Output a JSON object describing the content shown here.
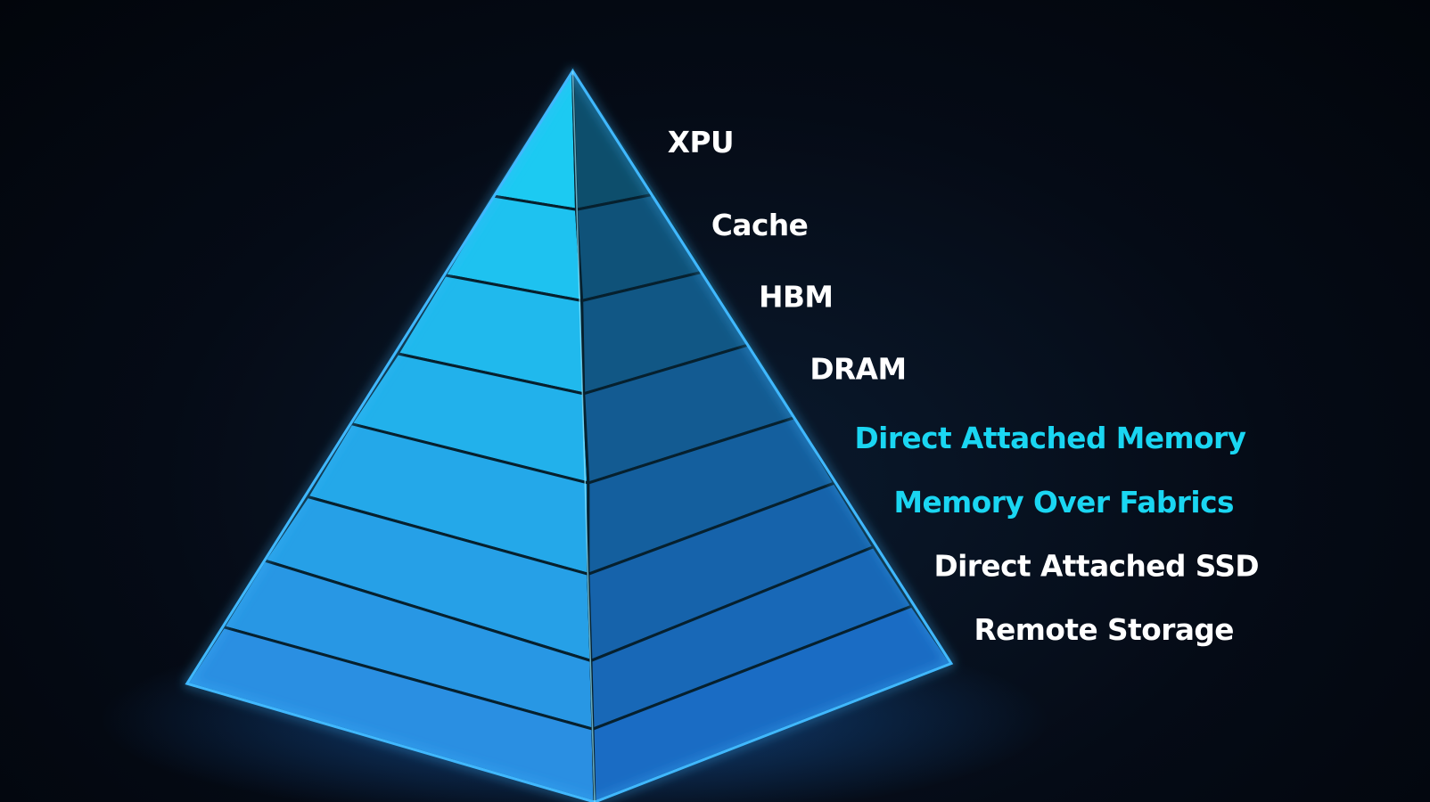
{
  "diagram": {
    "type": "pyramid",
    "order": "top-to-bottom",
    "levels": [
      {
        "label": "XPU",
        "highlight": false
      },
      {
        "label": "Cache",
        "highlight": false
      },
      {
        "label": "HBM",
        "highlight": false
      },
      {
        "label": "DRAM",
        "highlight": false
      },
      {
        "label": "Direct Attached Memory",
        "highlight": true
      },
      {
        "label": "Memory Over Fabrics",
        "highlight": true
      },
      {
        "label": "Direct Attached SSD",
        "highlight": false
      },
      {
        "label": "Remote Storage",
        "highlight": false
      }
    ]
  },
  "colors": {
    "background": "#050b16",
    "label_default": "#ffffff",
    "label_highlight": "#1ad6f2",
    "pyramid_left_face": "#1ccaf2",
    "pyramid_right_face": "#0d5d80",
    "glow": "#2aa8ff"
  }
}
